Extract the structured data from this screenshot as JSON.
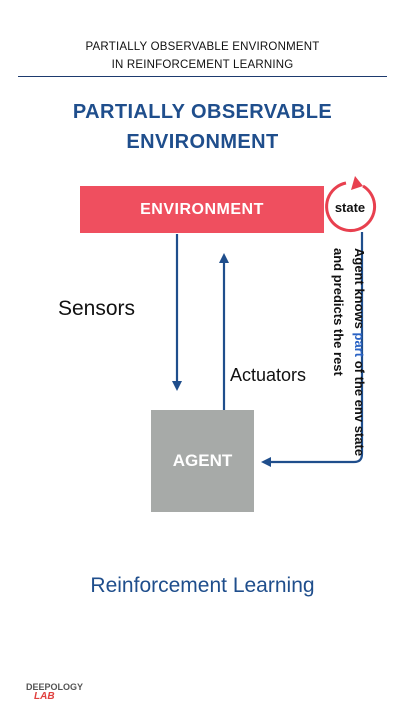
{
  "header": {
    "line1": "PARTIALLY OBSERVABLE ENVIRONMENT",
    "line2": "IN REINFORCEMENT LEARNING"
  },
  "title": {
    "line1": "PARTIALLY OBSERVABLE",
    "line2": "ENVIRONMENT"
  },
  "diagram": {
    "environment_label": "ENVIRONMENT",
    "agent_label": "AGENT",
    "sensors_label": "Sensors",
    "actuators_label": "Actuators",
    "state_label": "state",
    "side_note_line1_a": "Agent knows ",
    "side_note_line1_highlight": "part",
    "side_note_line1_b": " of the env state",
    "side_note_line2": "and predicts the rest"
  },
  "footer": {
    "title": "Reinforcement Learning",
    "logo_top": "DEEPOLOGY",
    "logo_bottom": "LAB"
  },
  "colors": {
    "environment": "#ef4f5f",
    "agent": "#a7aaa8",
    "arrows": "#1f4e8c",
    "title": "#1f4e8c",
    "state_cycle": "#e8404f"
  }
}
